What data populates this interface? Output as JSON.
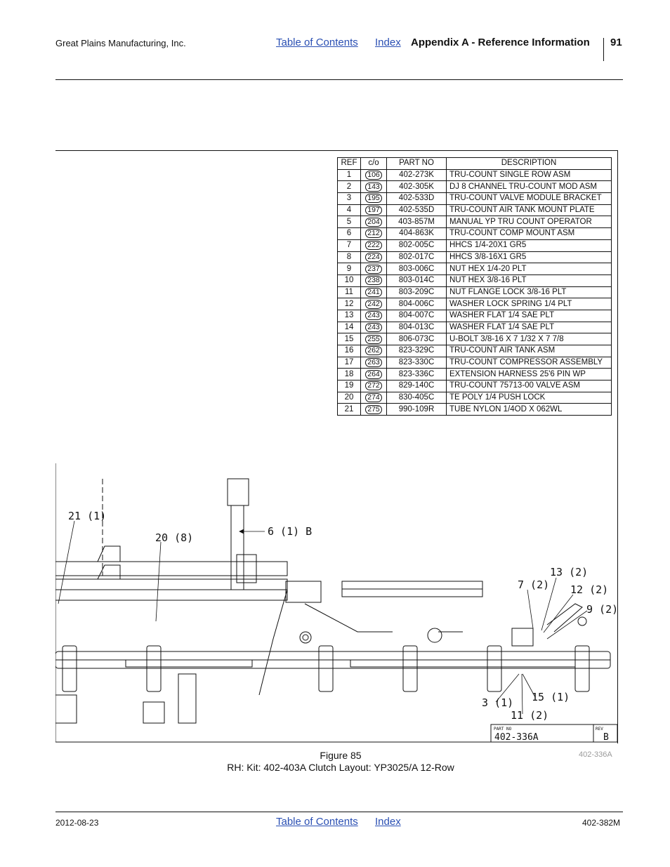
{
  "header": {
    "company": "Great Plains Manufacturing, Inc.",
    "toc_link": "Table of Contents",
    "index_link": "Index",
    "section_title": "Appendix A - Reference Information",
    "page_number": "91"
  },
  "parts_table": {
    "columns": [
      "REF",
      "c/o",
      "PART NO",
      "DESCRIPTION"
    ],
    "rows": [
      {
        "ref": "1",
        "co": "106",
        "part": "402-273K",
        "desc": "TRU-COUNT SINGLE ROW ASM"
      },
      {
        "ref": "2",
        "co": "143",
        "part": "402-305K",
        "desc": "DJ 8 CHANNEL TRU-COUNT MOD ASM"
      },
      {
        "ref": "3",
        "co": "195",
        "part": "402-533D",
        "desc": "TRU-COUNT VALVE MODULE BRACKET"
      },
      {
        "ref": "4",
        "co": "197",
        "part": "402-535D",
        "desc": "TRU-COUNT AIR TANK MOUNT PLATE"
      },
      {
        "ref": "5",
        "co": "204",
        "part": "403-857M",
        "desc": "MANUAL YP TRU COUNT OPERATOR"
      },
      {
        "ref": "6",
        "co": "212",
        "part": "404-863K",
        "desc": "TRU-COUNT COMP MOUNT ASM"
      },
      {
        "ref": "7",
        "co": "222",
        "part": "802-005C",
        "desc": "HHCS 1/4-20X1 GR5"
      },
      {
        "ref": "8",
        "co": "224",
        "part": "802-017C",
        "desc": "HHCS 3/8-16X1 GR5"
      },
      {
        "ref": "9",
        "co": "237",
        "part": "803-006C",
        "desc": "NUT HEX 1/4-20 PLT"
      },
      {
        "ref": "10",
        "co": "238",
        "part": "803-014C",
        "desc": "NUT HEX 3/8-16 PLT"
      },
      {
        "ref": "11",
        "co": "241",
        "part": "803-209C",
        "desc": "NUT FLANGE LOCK 3/8-16 PLT"
      },
      {
        "ref": "12",
        "co": "242",
        "part": "804-006C",
        "desc": "WASHER LOCK SPRING 1/4 PLT"
      },
      {
        "ref": "13",
        "co": "243",
        "part": "804-007C",
        "desc": "WASHER FLAT 1/4 SAE PLT"
      },
      {
        "ref": "14",
        "co": "243",
        "part": "804-013C",
        "desc": "WASHER FLAT 1/4 SAE PLT"
      },
      {
        "ref": "15",
        "co": "255",
        "part": "806-073C",
        "desc": "U-BOLT 3/8-16 X 7 1/32 X 7 7/8"
      },
      {
        "ref": "16",
        "co": "262",
        "part": "823-329C",
        "desc": "TRU-COUNT AIR TANK ASM"
      },
      {
        "ref": "17",
        "co": "263",
        "part": "823-330C",
        "desc": "TRU-COUNT COMPRESSOR ASSEMBLY"
      },
      {
        "ref": "18",
        "co": "264",
        "part": "823-336C",
        "desc": "EXTENSION HARNESS 25'6 PIN WP"
      },
      {
        "ref": "19",
        "co": "272",
        "part": "829-140C",
        "desc": "TRU-COUNT 75713-00 VALVE ASM"
      },
      {
        "ref": "20",
        "co": "274",
        "part": "830-405C",
        "desc": "TE POLY 1/4 PUSH LOCK"
      },
      {
        "ref": "21",
        "co": "275",
        "part": "990-109R",
        "desc": "TUBE NYLON 1/4OD X 062WL"
      }
    ]
  },
  "drawing": {
    "callouts": [
      "21 (1)",
      "20 (8)",
      "6 (1) B",
      "7 (2)",
      "13 (2)",
      "12 (2)",
      "9 (2)",
      "3 (1)",
      "15 (1)",
      "11 (2)"
    ],
    "title_block": {
      "part_no_label": "PART NO",
      "rev_label": "REV",
      "part_no": "402-336A",
      "rev": "B"
    }
  },
  "figure": {
    "number": "Figure 85",
    "caption": "RH: Kit: 402-403A Clutch Layout: YP3025/A 12-Row",
    "drawing_id": "402-336A"
  },
  "footer": {
    "date": "2012-08-23",
    "toc_link": "Table of Contents",
    "index_link": "Index",
    "doc_number": "402-382M"
  }
}
